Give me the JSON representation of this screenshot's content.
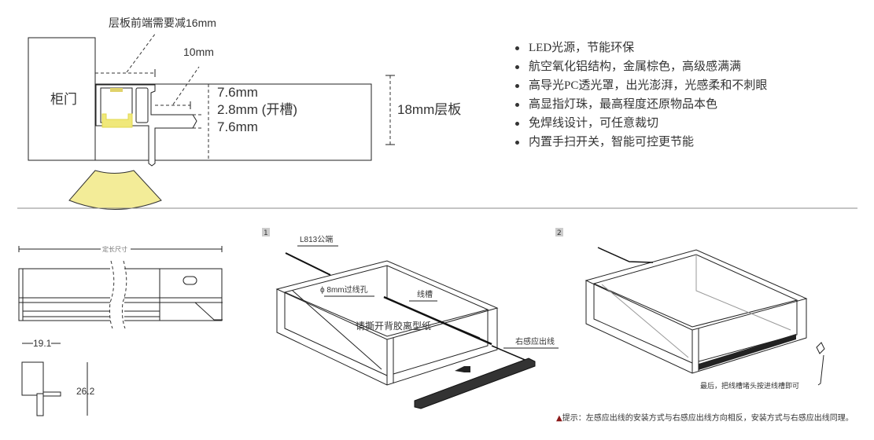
{
  "section_diagram": {
    "door_label": "柜门",
    "shelf_cut_note": "层板前端需要减16mm",
    "depth_label": "10mm",
    "top_layer": "7.6mm",
    "groove": "2.8mm (开槽)",
    "bottom_layer": "7.6mm",
    "shelf_label": "18mm层板",
    "light_color": "#f0e87a"
  },
  "features": [
    "LED光源，节能环保",
    "航空氧化铝结构，金属棕色，高级感满满",
    "高导光PC透光罩，出光澎湃，光感柔和不刺眼",
    "高显指灯珠，最高程度还原物品本色",
    "免焊线设计，可任意裁切",
    "内置手扫开关，智能可控更节能"
  ],
  "dimension_drawing": {
    "length_label": "定长尺寸",
    "width": "19.1",
    "height": "26.2"
  },
  "step1": {
    "number": "1",
    "connector": "L813公端",
    "hole": "ϕ 8mm过线孔",
    "channel": "线槽",
    "peel": "请撕开背胶离型纸",
    "outlet": "右感应出线"
  },
  "step2": {
    "number": "2",
    "final": "最后，把线槽堵头按进线槽即可"
  },
  "note": {
    "icon": "▲",
    "text": "提示：左感应出线的安装方式与右感应出线方向相反，安装方式与右感应出线同理。"
  }
}
